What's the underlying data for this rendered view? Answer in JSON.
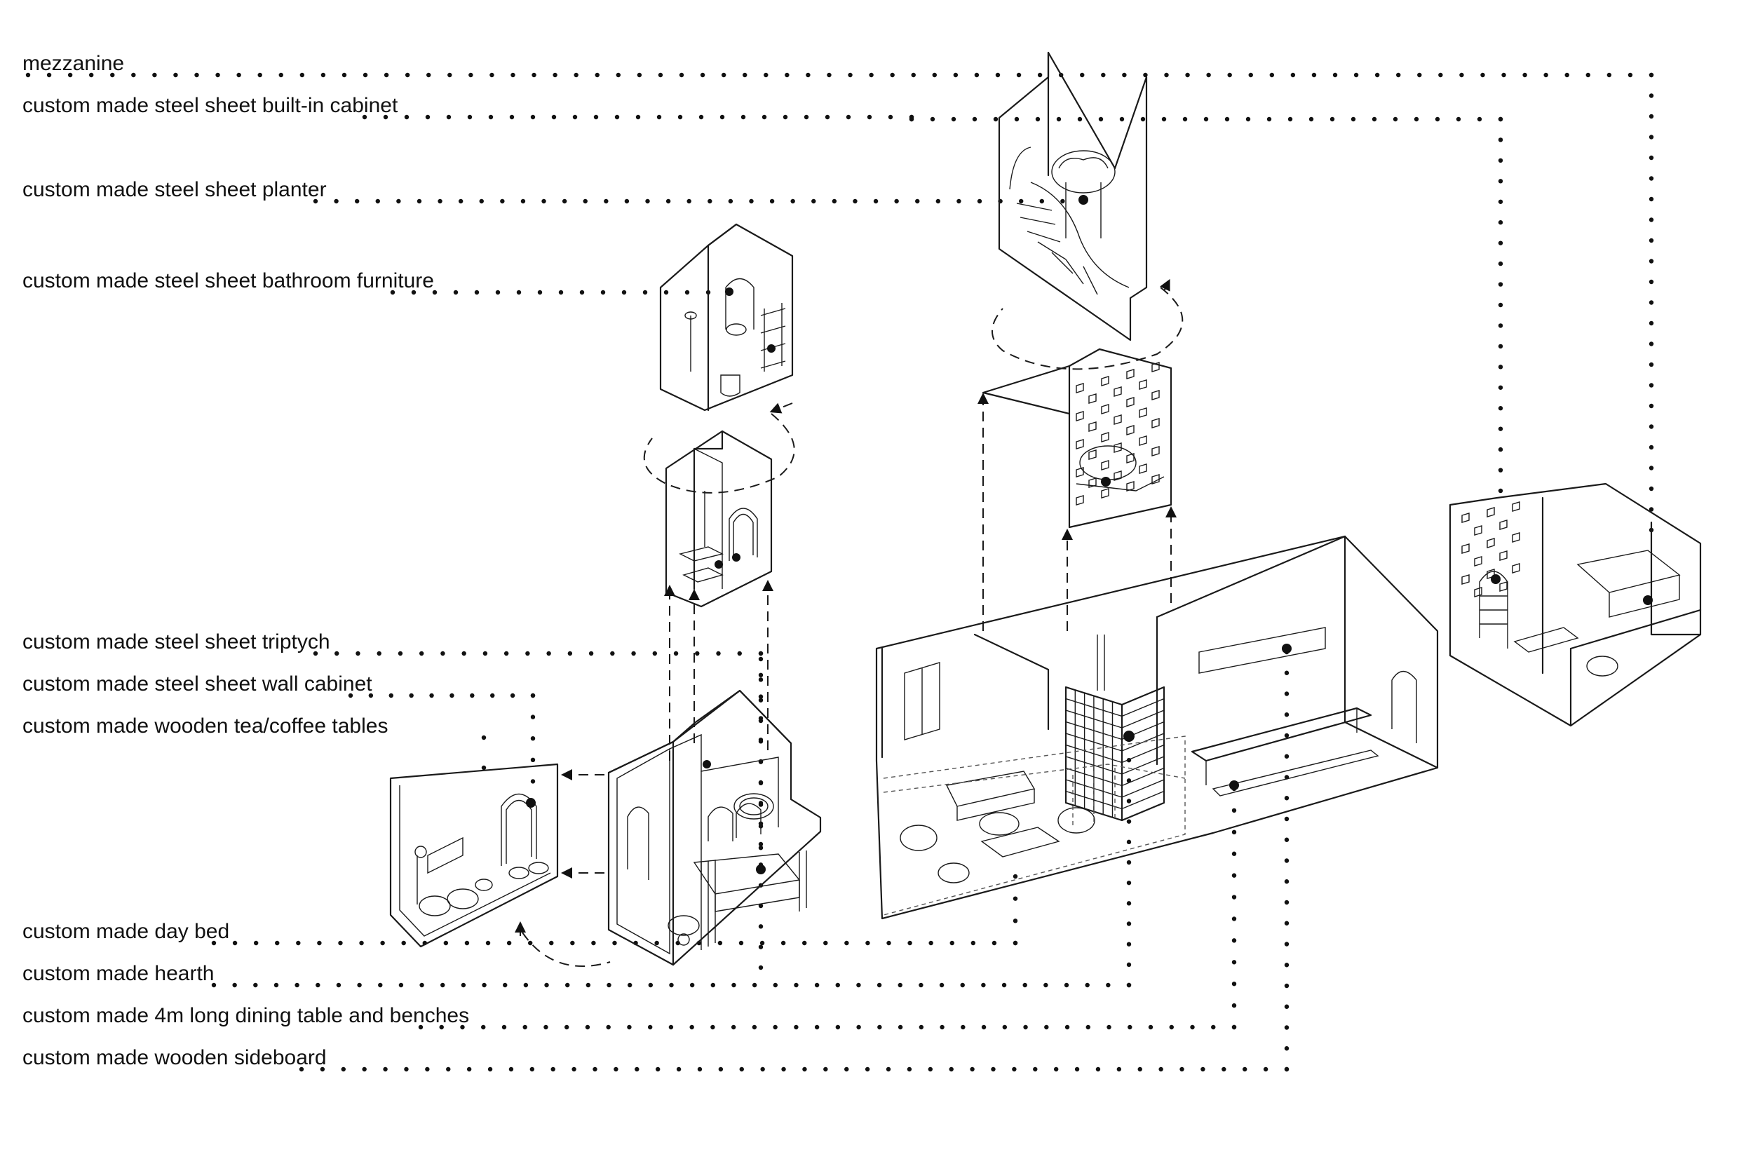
{
  "labels": {
    "mezzanine": "mezzanine",
    "cabinet": "custom made steel sheet built-in cabinet",
    "planter": "custom made steel sheet planter",
    "bathroom": "custom made steel sheet bathroom furniture",
    "triptych": "custom made steel sheet triptych",
    "wall_cabinet": "custom made steel sheet wall cabinet",
    "tea_tables": "custom made wooden tea/coffee tables",
    "day_bed": "custom made day bed",
    "hearth": "custom made hearth",
    "dining": "custom made 4m long dining table and benches",
    "sideboard": "custom made wooden sideboard"
  }
}
